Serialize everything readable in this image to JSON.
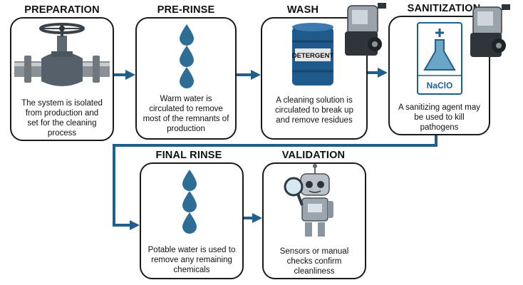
{
  "steps": [
    {
      "title": "PREPARATION",
      "caption_lines": [
        "The system is isolated",
        "from production and",
        "set for the cleaning",
        "process"
      ],
      "icon": "valve-icon"
    },
    {
      "title": "PRE-RINSE",
      "caption_lines": [
        "Warm water is",
        "circulated to remove",
        "most of the  remnants of",
        "production"
      ],
      "icon": "water-drops-icon"
    },
    {
      "title": "WASH",
      "caption_lines": [
        "A cleaning solution is",
        "circulated to break up",
        "and remove residues"
      ],
      "icon": "detergent-drum-icon",
      "drum_label": "DETERGENT"
    },
    {
      "title": "SANITIZATION",
      "caption_lines": [
        "A sanitizing agent may",
        "be used to kill",
        "pathogens"
      ],
      "icon": "flask-icon",
      "chem_label": "NaClO"
    },
    {
      "title": "FINAL RINSE",
      "caption_lines": [
        "Potable water is used to",
        "remove any remaining",
        "chemicals"
      ],
      "icon": "water-drops-icon"
    },
    {
      "title": "VALIDATION",
      "caption_lines": [
        "Sensors or manual",
        "checks confirm",
        "cleanliness"
      ],
      "icon": "robot-inspector-icon"
    }
  ],
  "colors": {
    "arrow": "#1f5f8a",
    "drop": "#2e6e96",
    "drum": "#1f5a8c",
    "box_border": "#1a1a1a"
  }
}
